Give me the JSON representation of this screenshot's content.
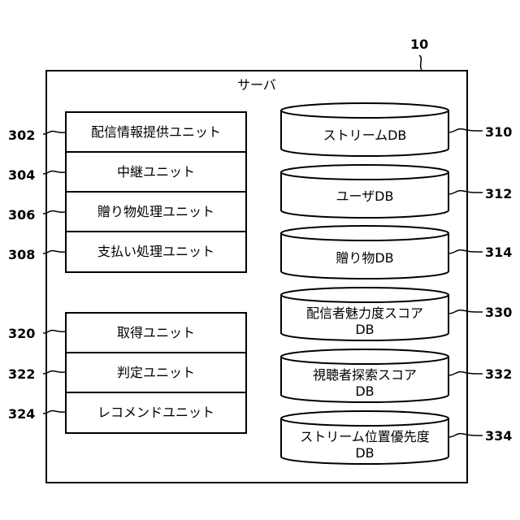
{
  "server": {
    "ref": "10",
    "title": "サーバ"
  },
  "units_group_1": [
    {
      "ref": "302",
      "label": "配信情報提供ユニット"
    },
    {
      "ref": "304",
      "label": "中継ユニット"
    },
    {
      "ref": "306",
      "label": "贈り物処理ユニット"
    },
    {
      "ref": "308",
      "label": "支払い処理ユニット"
    }
  ],
  "units_group_2": [
    {
      "ref": "320",
      "label": "取得ユニット"
    },
    {
      "ref": "322",
      "label": "判定ユニット"
    },
    {
      "ref": "324",
      "label": "レコメンドユニット"
    }
  ],
  "databases": [
    {
      "ref": "310",
      "line1": "ストリームDB",
      "line2": ""
    },
    {
      "ref": "312",
      "line1": "ユーザDB",
      "line2": ""
    },
    {
      "ref": "314",
      "line1": "贈り物DB",
      "line2": ""
    },
    {
      "ref": "330",
      "line1": "配信者魅力度スコア",
      "line2": "DB"
    },
    {
      "ref": "332",
      "line1": "視聴者探索スコア",
      "line2": "DB"
    },
    {
      "ref": "334",
      "line1": "ストリーム位置優先度",
      "line2": "DB"
    }
  ]
}
